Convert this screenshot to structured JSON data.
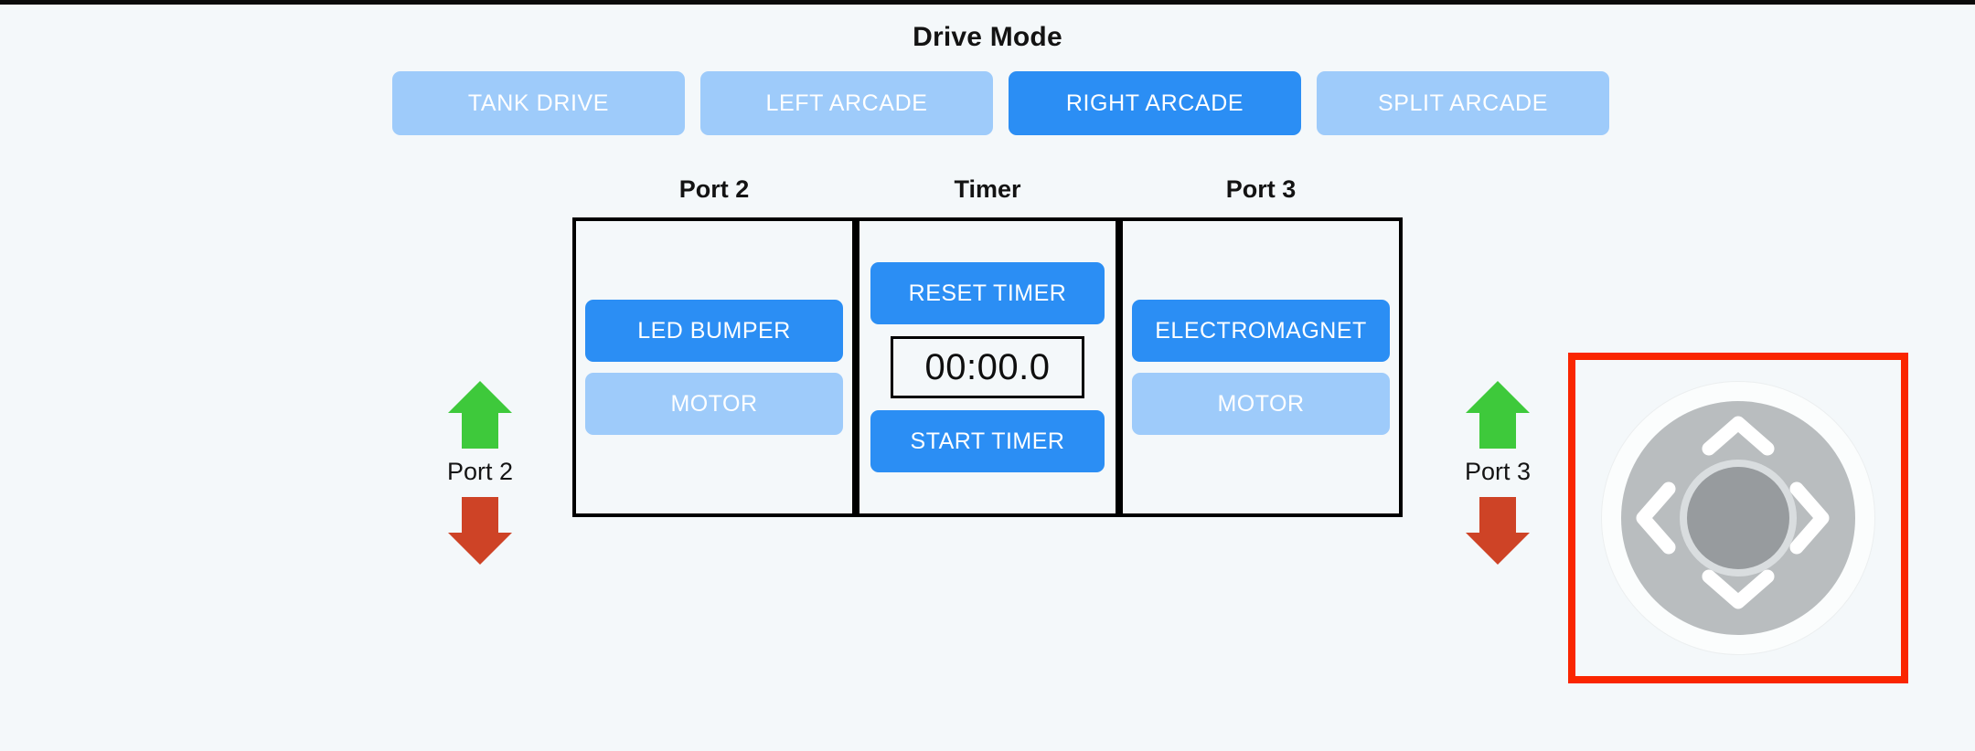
{
  "header": {
    "title": "Drive Mode",
    "modes": [
      {
        "label": "TANK DRIVE",
        "active": false
      },
      {
        "label": "LEFT ARCADE",
        "active": false
      },
      {
        "label": "RIGHT ARCADE",
        "active": true
      },
      {
        "label": "SPLIT ARCADE",
        "active": false
      }
    ]
  },
  "panels": {
    "port2": {
      "heading": "Port 2",
      "primary_button": "LED BUMPER",
      "secondary_button": "MOTOR"
    },
    "timer": {
      "heading": "Timer",
      "reset_label": "RESET TIMER",
      "display": "00:00.0",
      "start_label": "START TIMER"
    },
    "port3": {
      "heading": "Port 3",
      "primary_button": "ELECTROMAGNET",
      "secondary_button": "MOTOR"
    }
  },
  "port_arrows": [
    {
      "label": "Port 2",
      "up_icon": "arrow-up-icon",
      "down_icon": "arrow-down-icon"
    },
    {
      "label": "Port 3",
      "up_icon": "arrow-up-icon",
      "down_icon": "arrow-down-icon"
    }
  ],
  "dpad": {
    "up_icon": "chevron-up-icon",
    "down_icon": "chevron-down-icon",
    "left_icon": "chevron-left-icon",
    "right_icon": "chevron-right-icon",
    "center_icon": "dpad-center-button"
  },
  "colors": {
    "background": "#f4f8fa",
    "accent_active": "#2b8ef4",
    "accent_inactive": "#9ecbfa",
    "arrow_up": "#3ec93b",
    "arrow_down": "#ce4326",
    "highlight_border": "#fa2600",
    "panel_border": "#000000",
    "dpad_disc": "#b9bdbf",
    "dpad_center": "#979b9e"
  }
}
